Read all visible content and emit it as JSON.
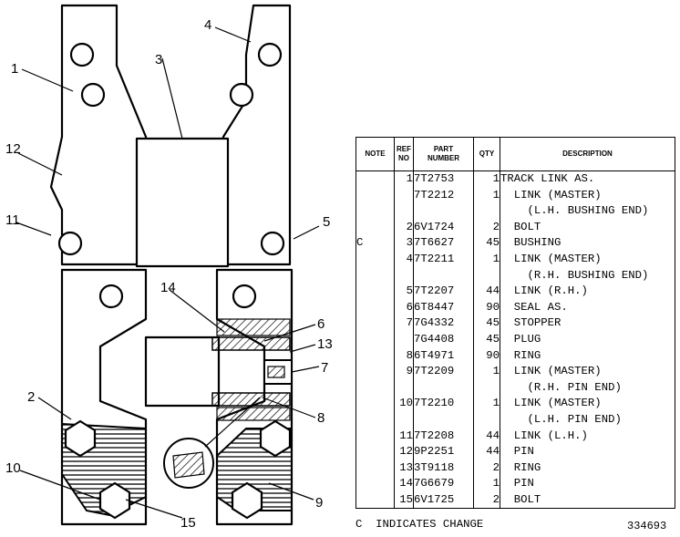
{
  "callouts": [
    "1",
    "2",
    "3",
    "4",
    "5",
    "6",
    "7",
    "8",
    "9",
    "10",
    "11",
    "12",
    "13",
    "14",
    "15"
  ],
  "table": {
    "headers": {
      "note": "NOTE",
      "ref": "REF\nNO",
      "part": "PART\nNUMBER",
      "qty": "QTY",
      "desc": "DESCRIPTION"
    },
    "rows": [
      {
        "note": "",
        "ref": "1",
        "part": "7T2753",
        "qty": "1",
        "desc": "TRACK LINK AS."
      },
      {
        "note": "",
        "ref": "",
        "part": "7T2212",
        "qty": "1",
        "desc": "  LINK (MASTER)"
      },
      {
        "note": "",
        "ref": "",
        "part": "",
        "qty": "",
        "desc": "    (L.H. BUSHING END)"
      },
      {
        "note": "",
        "ref": "2",
        "part": "6V1724",
        "qty": "2",
        "desc": "  BOLT"
      },
      {
        "note": "C",
        "ref": "3",
        "part": "7T6627",
        "qty": "45",
        "desc": "  BUSHING"
      },
      {
        "note": "",
        "ref": "4",
        "part": "7T2211",
        "qty": "1",
        "desc": "  LINK (MASTER)"
      },
      {
        "note": "",
        "ref": "",
        "part": "",
        "qty": "",
        "desc": "    (R.H. BUSHING END)"
      },
      {
        "note": "",
        "ref": "5",
        "part": "7T2207",
        "qty": "44",
        "desc": "  LINK (R.H.)"
      },
      {
        "note": "",
        "ref": "6",
        "part": "6T8447",
        "qty": "90",
        "desc": "  SEAL AS."
      },
      {
        "note": "",
        "ref": "7",
        "part": "7G4332",
        "qty": "45",
        "desc": "  STOPPER"
      },
      {
        "note": "",
        "ref": "",
        "part": "7G4408",
        "qty": "45",
        "desc": "  PLUG"
      },
      {
        "note": "",
        "ref": "8",
        "part": "6T4971",
        "qty": "90",
        "desc": "  RING"
      },
      {
        "note": "",
        "ref": "9",
        "part": "7T2209",
        "qty": "1",
        "desc": "  LINK (MASTER)"
      },
      {
        "note": "",
        "ref": "",
        "part": "",
        "qty": "",
        "desc": "    (R.H. PIN END)"
      },
      {
        "note": "",
        "ref": "10",
        "part": "7T2210",
        "qty": "1",
        "desc": "  LINK (MASTER)"
      },
      {
        "note": "",
        "ref": "",
        "part": "",
        "qty": "",
        "desc": "    (L.H. PIN END)"
      },
      {
        "note": "",
        "ref": "11",
        "part": "7T2208",
        "qty": "44",
        "desc": "  LINK (L.H.)"
      },
      {
        "note": "",
        "ref": "12",
        "part": "9P2251",
        "qty": "44",
        "desc": "  PIN"
      },
      {
        "note": "",
        "ref": "13",
        "part": "3T9118",
        "qty": "2",
        "desc": "  RING"
      },
      {
        "note": "",
        "ref": "14",
        "part": "7G6679",
        "qty": "1",
        "desc": "  PIN"
      },
      {
        "note": "",
        "ref": "15",
        "part": "6V1725",
        "qty": "2",
        "desc": "  BOLT"
      }
    ]
  },
  "footer": {
    "note": "C  INDICATES CHANGE",
    "id": "334693"
  }
}
